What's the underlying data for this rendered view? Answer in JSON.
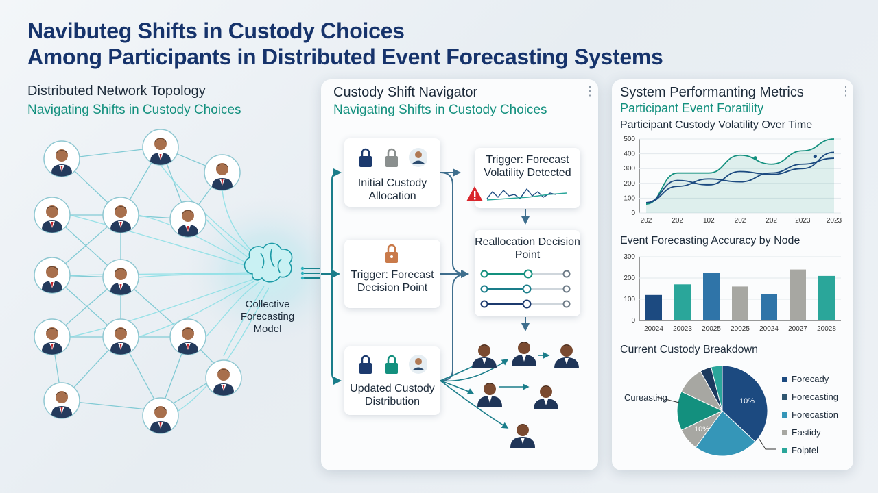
{
  "title": {
    "line1": "Navibuteg Shifts in Custody Choices",
    "line2": "Among Participants in Distributed Event Forecasting Systems"
  },
  "colors": {
    "navy": "#16336b",
    "teal": "#13907e",
    "dark_blue": "#1c4a80",
    "mid_blue": "#2f74a8",
    "light_teal": "#2aa69a",
    "grey": "#a7a7a2",
    "alert_red": "#d9262c"
  },
  "network": {
    "title": "Distributed Network Topology",
    "subtitle": "Navigating Shifts in Custody Choices",
    "model_label": "Collective Forecasting Model",
    "icons": [
      "person-avatar-icon",
      "brain-icon"
    ]
  },
  "navigator": {
    "title": "Custody Shift Navigator",
    "subtitle": "Navigating Shifts in Custody Choices",
    "cards": {
      "initial": "Initial Custody Allocation",
      "trigger_decision": "Trigger: Forecast Decision Point",
      "updated": "Updated Custody Distribution",
      "trigger_volatility": "Trigger: Forecast Volatility Detected",
      "reallocation": "Reallocation Decision Point"
    },
    "icons": [
      "lock-icon",
      "user-icon",
      "warning-icon",
      "slider-icon"
    ]
  },
  "metrics": {
    "title": "System Performanting Metrics",
    "subtitle": "Participant Event Foratility",
    "line_chart_title": "Participant Custody Volatility Over Time",
    "bar_chart_title": "Event Forecasting Accuracy by Node",
    "pie_chart_title": "Current Custody Breakdown",
    "pie_outer_label": "Cureasting",
    "pie_label_big": "10%",
    "pie_label_small": "10%"
  },
  "chart_data": [
    {
      "type": "line",
      "title": "Participant Custody Volatility Over Time",
      "x": [
        "202",
        "202",
        "102",
        "202",
        "202",
        "2023",
        "2023"
      ],
      "ylim": [
        0,
        500
      ],
      "yticks": [
        0,
        100,
        200,
        300,
        400,
        500
      ],
      "series": [
        {
          "values": [
            60,
            270,
            270,
            390,
            330,
            420,
            500
          ],
          "color": "#13907e",
          "area": true
        },
        {
          "values": [
            70,
            220,
            190,
            280,
            260,
            300,
            410
          ],
          "color": "#1c4a80"
        },
        {
          "values": [
            70,
            180,
            230,
            210,
            270,
            330,
            370
          ],
          "color": "#1c4a80"
        }
      ]
    },
    {
      "type": "bar",
      "title": "Event Forecasting Accuracy by Node",
      "categories": [
        "20024",
        "20023",
        "20025",
        "20025",
        "20024",
        "20027",
        "20028"
      ],
      "values": [
        120,
        170,
        225,
        160,
        125,
        240,
        210
      ],
      "colors": [
        "#1c4a80",
        "#2aa69a",
        "#2f74a8",
        "#a7a7a2",
        "#2f74a8",
        "#a7a7a2",
        "#2aa69a"
      ],
      "ylim": [
        0,
        300
      ],
      "yticks": [
        0,
        100,
        200,
        300
      ]
    },
    {
      "type": "pie",
      "title": "Current Custody Breakdown",
      "legend": [
        {
          "name": "Forecady",
          "color": "#1c4a80"
        },
        {
          "name": "Forecasting",
          "color": "#2f5670"
        },
        {
          "name": "Forecastion",
          "color": "#3596b8"
        },
        {
          "name": "Eastidy",
          "color": "#a7a7a2"
        },
        {
          "name": "Foiptel",
          "color": "#2aa69a"
        }
      ],
      "slices": [
        {
          "value": 37,
          "color": "#1c4a80"
        },
        {
          "value": 23,
          "color": "#3596b8"
        },
        {
          "value": 8,
          "color": "#a7a7a2"
        },
        {
          "value": 14,
          "color": "#13907e"
        },
        {
          "value": 10,
          "color": "#a7a7a2"
        },
        {
          "value": 4,
          "color": "#1c3a5e"
        },
        {
          "value": 4,
          "color": "#2aa69a"
        }
      ]
    }
  ]
}
